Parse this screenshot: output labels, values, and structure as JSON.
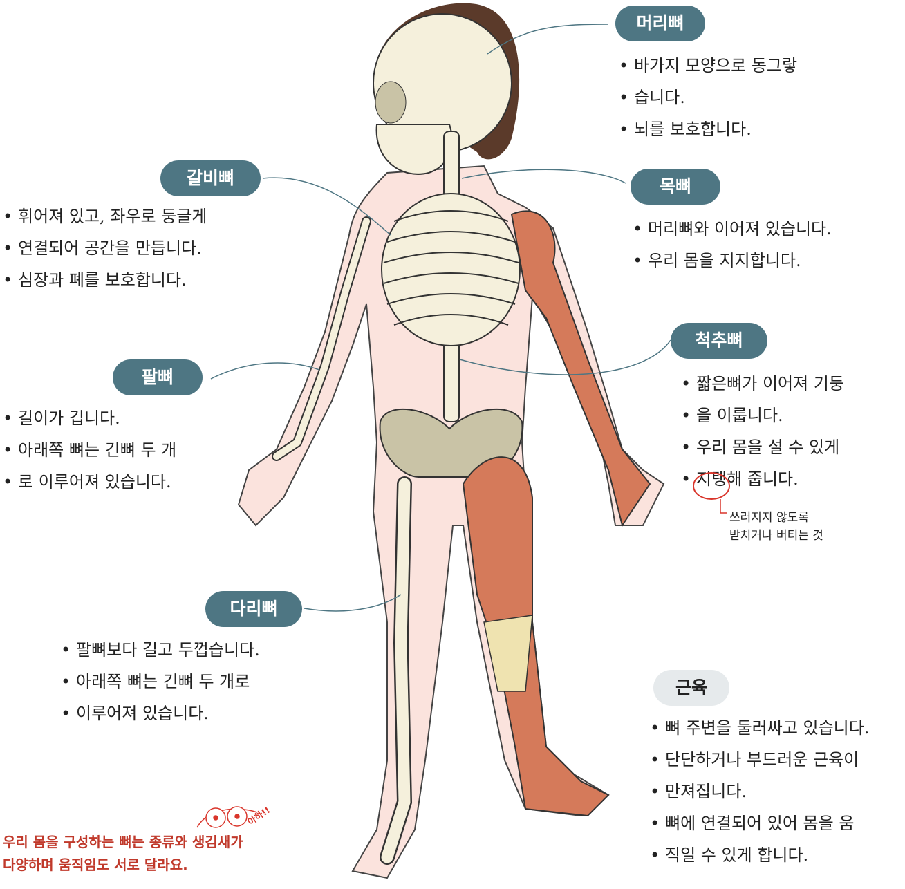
{
  "colors": {
    "pill": "#4e7683",
    "pill_light": "#e6eaec",
    "skin": "#fbe3dd",
    "bone": "#f5f0dc",
    "pelvis": "#c9c3a6",
    "muscle": "#d57a5a",
    "hair": "#5b3a2a",
    "accent": "#c0392b"
  },
  "labels": {
    "head": {
      "title": "머리뼈",
      "lines": [
        "바가지 모양으로 동그랗",
        "습니다.",
        "뇌를 보호합니다."
      ]
    },
    "neck": {
      "title": "목뼈",
      "lines": [
        "머리뼈와 이어져 있습니다.",
        "우리 몸을 지지합니다."
      ]
    },
    "spine": {
      "title": "척추뼈",
      "lines": [
        "짧은뼈가 이어져 기둥",
        "을 이룹니다.",
        "우리 몸을 설 수 있게",
        "지탱해 줍니다."
      ]
    },
    "rib": {
      "title": "갈비뼈",
      "lines": [
        "휘어져 있고, 좌우로 둥글게",
        "연결되어 공간을 만듭니다.",
        "심장과 폐를 보호합니다."
      ]
    },
    "arm": {
      "title": "팔뼈",
      "lines": [
        "길이가 깁니다.",
        "아래쪽 뼈는 긴뼈 두 개",
        "로 이루어져 있습니다."
      ]
    },
    "leg": {
      "title": "다리뼈",
      "lines": [
        "팔뼈보다 길고 두껍습니다.",
        "아래쪽 뼈는 긴뼈 두 개로",
        "이루어져 있습니다."
      ]
    },
    "muscle": {
      "title": "근육",
      "lines": [
        "뼈 주변을 둘러싸고 있습니다.",
        "단단하거나 부드러운 근육이",
        "만져집니다.",
        "뼈에 연결되어 있어 몸을 움",
        "직일 수 있게 합니다."
      ]
    }
  },
  "glossary": {
    "line1": "쓰러지지 않도록",
    "line2": "받치거나 버티는 것"
  },
  "aha": {
    "word": "아하!!",
    "line1": "우리 몸을 구성하는 뼈는 종류와 생김새가",
    "line2": "다양하며 움직임도 서로 달라요."
  }
}
